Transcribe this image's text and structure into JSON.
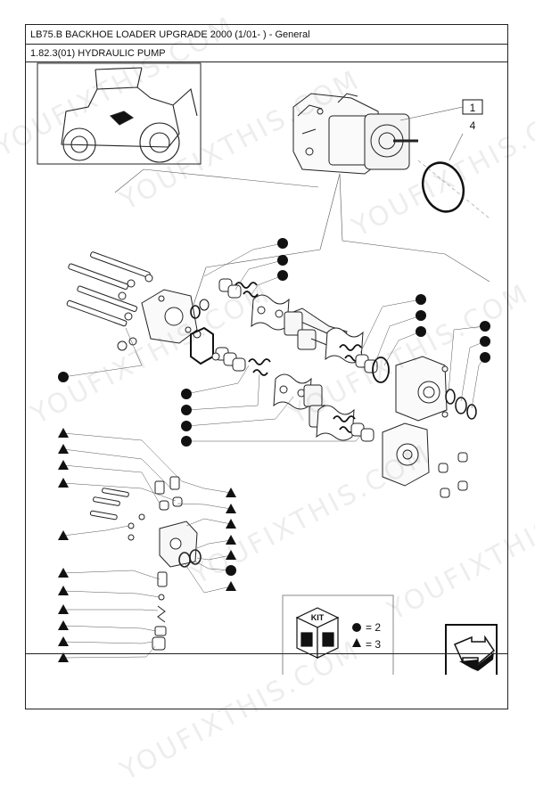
{
  "header": {
    "title": "LB75.B BACKHOE LOADER UPGRADE 2000 (1/01- ) - General",
    "section": "1.82.3(01) HYDRAULIC PUMP"
  },
  "callouts": {
    "part_1": "1",
    "part_4": "4"
  },
  "kit_legend": {
    "kit_label": "KIT",
    "circle_text": "= 2",
    "triangle_text": "= 3"
  },
  "watermark": {
    "text": "YOUFIXTHIS.COM"
  },
  "icons": [
    "tractor-locator-icon",
    "circle-symbol-icon",
    "triangle-symbol-icon",
    "kit-box-icon",
    "next-page-arrow-icon"
  ]
}
